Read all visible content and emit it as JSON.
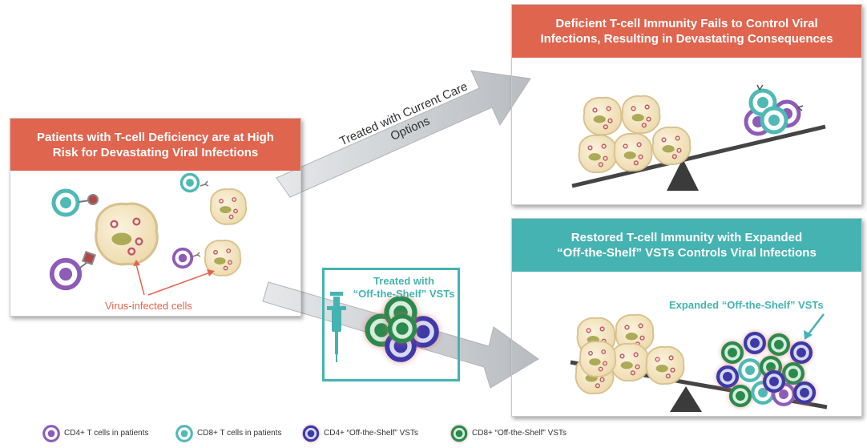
{
  "left_panel": {
    "title_lines": [
      "Patients with T-cell Deficiency are at High",
      "Risk for Devastating Viral Infections"
    ],
    "virus_label": "Virus-infected cells"
  },
  "arrow_upper_text_lines": [
    "Treated with Current Care",
    "Options"
  ],
  "treat_box": {
    "title_lines": [
      "Treated with",
      "“Off-the-Shelf” VSTs"
    ]
  },
  "top_right_panel": {
    "title_lines": [
      "Deficient T-cell Immunity Fails to Control Viral",
      "Infections, Resulting in Devastating Consequences"
    ]
  },
  "bottom_right_panel": {
    "title_lines": [
      "Restored T-cell Immunity with Expanded",
      "“Off-the-Shelf” VSTs Controls Viral Infections"
    ],
    "vst_label": "Expanded “Off-the-Shelf” VSTs"
  },
  "legend": [
    {
      "label": "CD4+ T cells in patients",
      "color": "#8e5bb8"
    },
    {
      "label": "CD8+ T cells in patients",
      "color": "#4fb9b5"
    },
    {
      "label": "CD4+ “Off-the-Shelf” VSTs",
      "color": "#3d3aa8"
    },
    {
      "label": "CD8+ “Off-the-Shelf” VSTs",
      "color": "#2a8a4c"
    }
  ],
  "colors": {
    "header_red": "#e0654f",
    "header_teal": "#45b3b1",
    "arrow_gray": "#c7cacd"
  }
}
